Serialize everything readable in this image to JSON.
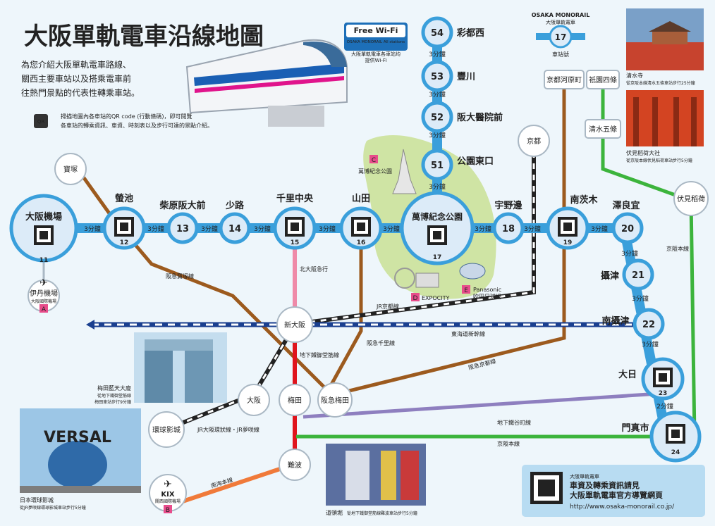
{
  "title": "大阪單軌電車沿線地圖",
  "intro": {
    "lines": [
      "為您介紹大阪單軌電車路線、",
      "關西主要車站以及搭乘電車前",
      "往熱門景點的代表性轉乘車站。"
    ],
    "qr_badge": "QR",
    "qr_note": [
      "掃描地圖內各車站的QR code (行動條碼)，即可閱覽",
      "各車站的轉乘資訊、車資、時刻表以及步行可達的景點介紹。"
    ]
  },
  "wifi": {
    "title": "Free Wi-Fi",
    "subtitle": "OSAKA MONORAIL All stations",
    "note": [
      "大阪單軌電車各車站均",
      "提供Wi-Fi"
    ]
  },
  "legend": {
    "brand": "OSAKA MONORAIL",
    "brand_sub": "大阪單軌電車",
    "sample_number": "17",
    "number_label": "車站號"
  },
  "colors": {
    "monorail": "#3a9fdb",
    "station_fill": "#dcebf8",
    "tokaido": "#1a3f8f",
    "brown": "#9c5a1e",
    "hankyu_kyoto": "#c2731a",
    "red": "#e0141c",
    "purple": "#8e7fbf",
    "green": "#3cb43c",
    "orange": "#f07a3a",
    "park": "#cfe4a4",
    "pink_badge": "#e84c8b"
  },
  "main_stations": [
    {
      "name": "大阪機場",
      "number": "11"
    },
    {
      "name": "螢池",
      "number": "12"
    },
    {
      "name": "柴原阪大前",
      "number": "13"
    },
    {
      "name": "少路",
      "number": "14"
    },
    {
      "name": "千里中央",
      "number": "15"
    },
    {
      "name": "山田",
      "number": "16"
    },
    {
      "name": "萬博紀念公園",
      "number": "17"
    },
    {
      "name": "宇野邊",
      "number": "18"
    },
    {
      "name": "南茨木",
      "number": "19"
    },
    {
      "name": "澤良宜",
      "number": "20"
    },
    {
      "name": "攝津",
      "number": "21"
    },
    {
      "name": "南攝津",
      "number": "22"
    },
    {
      "name": "大日",
      "number": "23"
    },
    {
      "name": "門真市",
      "number": "24"
    }
  ],
  "branch_stations": [
    {
      "name": "彩都西",
      "number": "54"
    },
    {
      "name": "豐川",
      "number": "53"
    },
    {
      "name": "阪大醫院前",
      "number": "52"
    },
    {
      "name": "公園東口",
      "number": "51"
    }
  ],
  "travel_time": "3分鐘",
  "travel_time_short": "2分鐘",
  "other_stations": [
    "寶塚",
    "京都",
    "京都河原町",
    "祇園四條",
    "清水五條",
    "伏見稻荷",
    "新大阪",
    "大阪",
    "梅田",
    "阪急梅田",
    "環球影城",
    "難波"
  ],
  "airports": [
    {
      "name": "伊丹機場",
      "sub": "大阪國際機場",
      "badge": "A"
    },
    {
      "name": "KIX",
      "sub": "關西國際機場",
      "badge": "B"
    }
  ],
  "lines": {
    "hankyu_takarazuka": "阪急寶塚線",
    "kita_osaka": "北大阪急行",
    "jr_kyoto": "JR京都線",
    "tokaido_shinkansen": "東海道新幹線",
    "hankyu_senri": "阪急千里線",
    "subway_midosuji": "地下鐵御堂筋線",
    "hankyu_kyoto": "阪急京都線",
    "keihan_main": "京阪本線",
    "jr_loop": "JR大阪環狀線・JR夢咲線",
    "subway_tanimachi": "地下鐵谷町線",
    "keihan_main_2": "京阪本線",
    "nankai_main": "南海本線"
  },
  "park": {
    "name": "萬博紀念公園",
    "badge_c": "C",
    "expocity": "EXPOCITY",
    "badge_d": "D",
    "stadium": [
      "Panasonic",
      "吹田足球場"
    ],
    "badge_e": "E"
  },
  "photos": {
    "kiyomizu": {
      "name": "清水寺",
      "note": "從京阪本線清水五條車站步行25分鐘"
    },
    "fushimi": {
      "name": "伏見稻荷大社",
      "note": "從京阪本線伏見稻荷車站步行5分鐘"
    },
    "umeda_sky": {
      "name": "梅田藍天大廈",
      "note": [
        "從地下鐵御堂筋線",
        "梅田車站步行9分鐘"
      ]
    },
    "usj": {
      "name": "日本環球影城",
      "note": "從JR夢咲線環球影城車站步行5分鐘",
      "sign": "VERSAL"
    },
    "dotonbori": {
      "name": "道頓堀",
      "note": "從地下鐵御堂筋線難波車站步行5分鐘"
    }
  },
  "info_box": {
    "brand": "大阪單軌電車",
    "line1": "車資及轉乘資訊請見",
    "line2": "大阪單軌電車官方導覽網頁",
    "url": "http://www.osaka-monorail.co.jp/"
  }
}
